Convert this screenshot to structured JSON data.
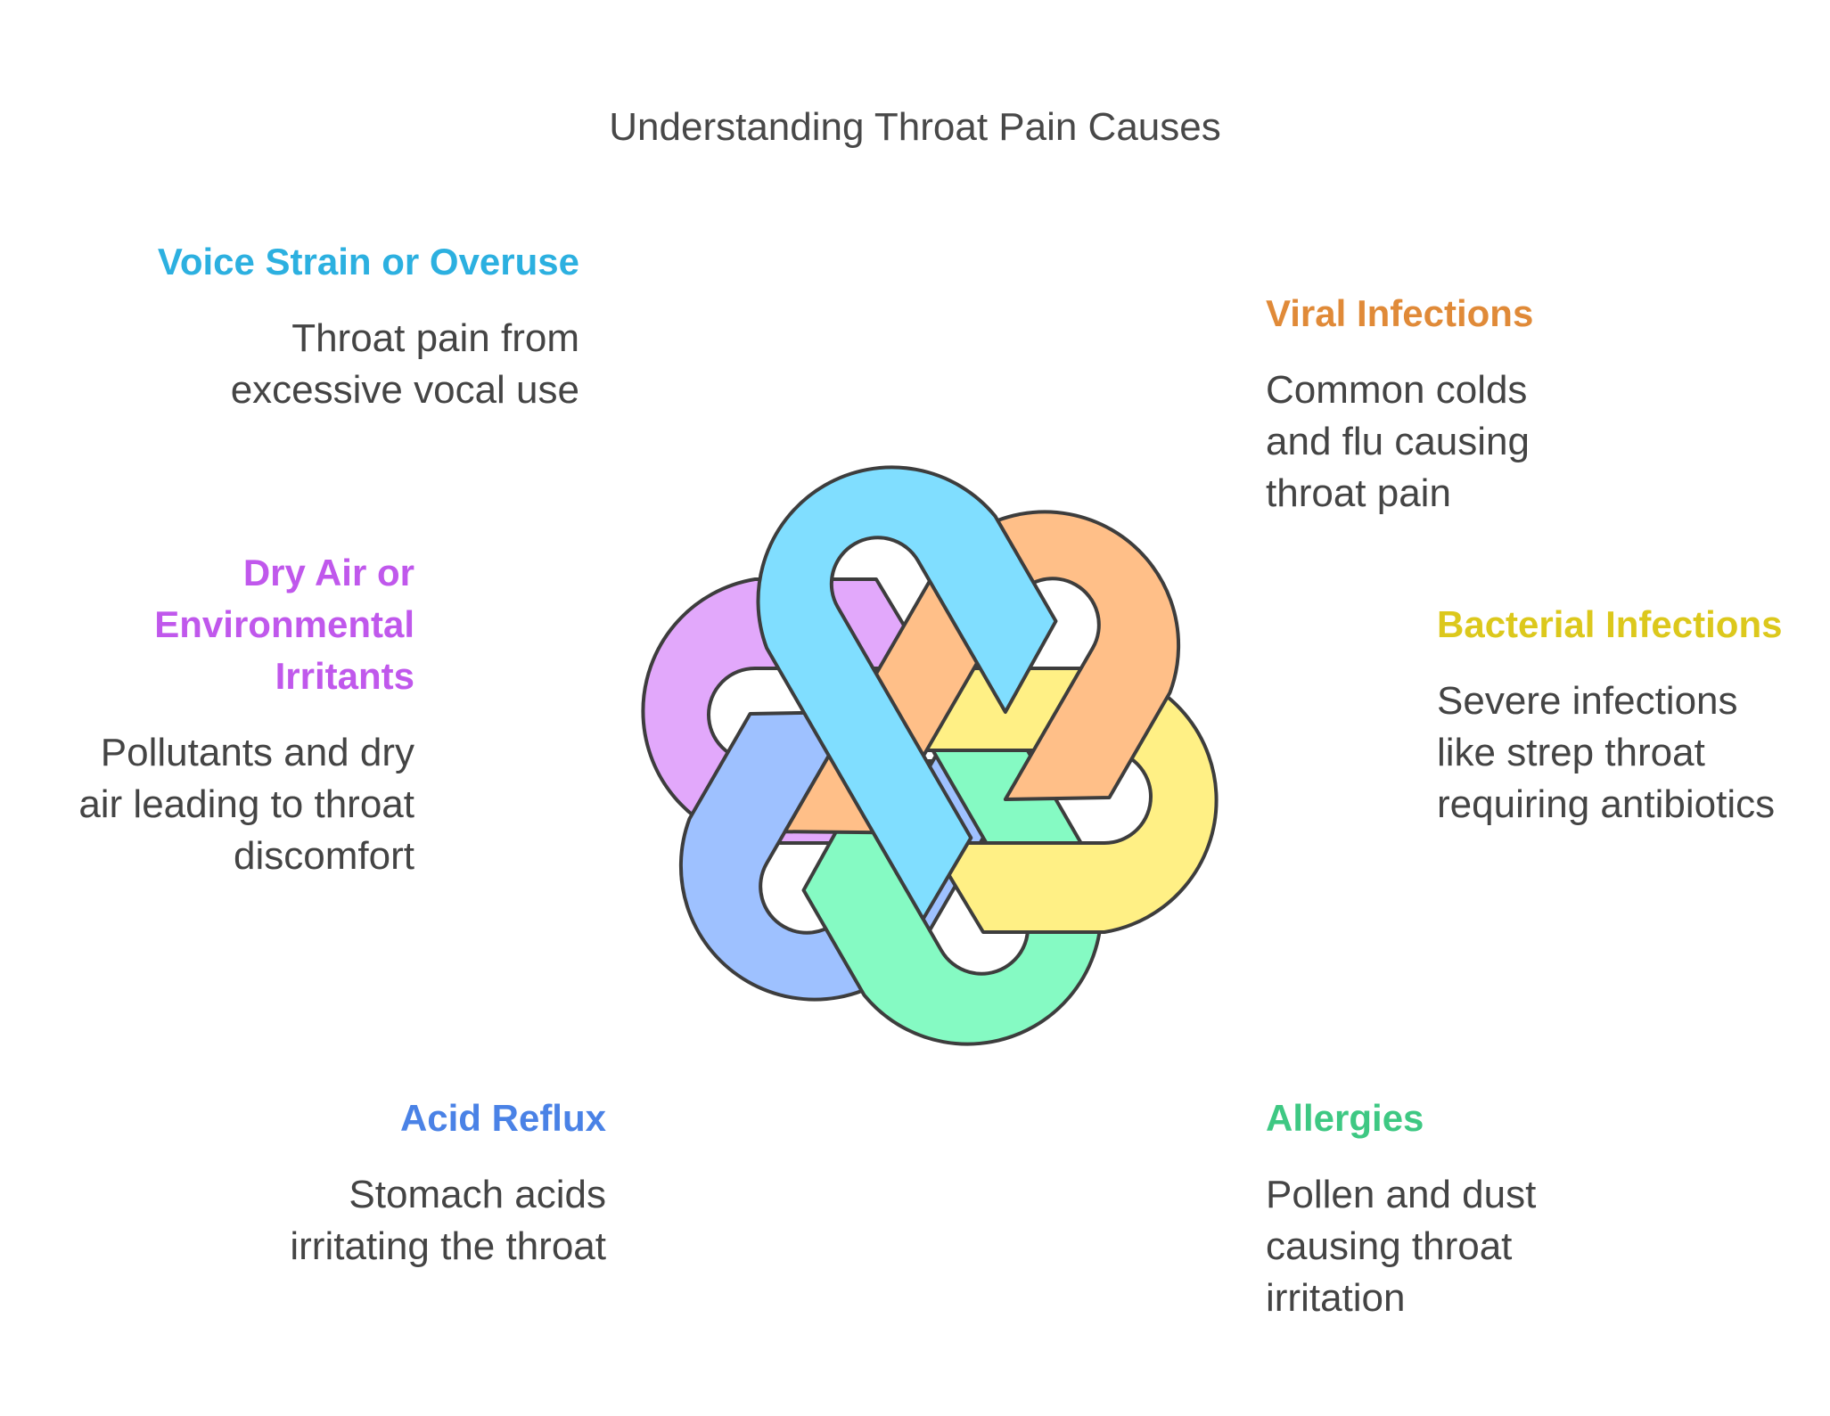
{
  "title": "Understanding Throat Pain Causes",
  "causes": [
    {
      "id": "voice-strain",
      "heading": "Voice Strain or Overuse",
      "description": "Throat pain from excessive vocal use",
      "color": "#2cb0e0",
      "fill": "#80deff"
    },
    {
      "id": "viral-infections",
      "heading": "Viral Infections",
      "description": "Common colds and flu causing throat pain",
      "color": "#e08a38",
      "fill": "#ffbf88"
    },
    {
      "id": "bacterial-infections",
      "heading": "Bacterial Infections",
      "description": "Severe infections like strep throat requiring antibiotics",
      "color": "#dcc81c",
      "fill": "#fff085"
    },
    {
      "id": "allergies",
      "heading": "Allergies",
      "description": "Pollen and dust causing throat irritation",
      "color": "#3ec883",
      "fill": "#85fac3"
    },
    {
      "id": "acid-reflux",
      "heading": "Acid Reflux",
      "description": "Stomach acids irritating the throat",
      "color": "#4a82e6",
      "fill": "#9ec1ff"
    },
    {
      "id": "dry-air",
      "heading": "Dry Air or Environmental Irritants",
      "description": "Pollutants and dry air leading to throat discomfort",
      "color": "#c058ec",
      "fill": "#e2a8fb"
    }
  ]
}
